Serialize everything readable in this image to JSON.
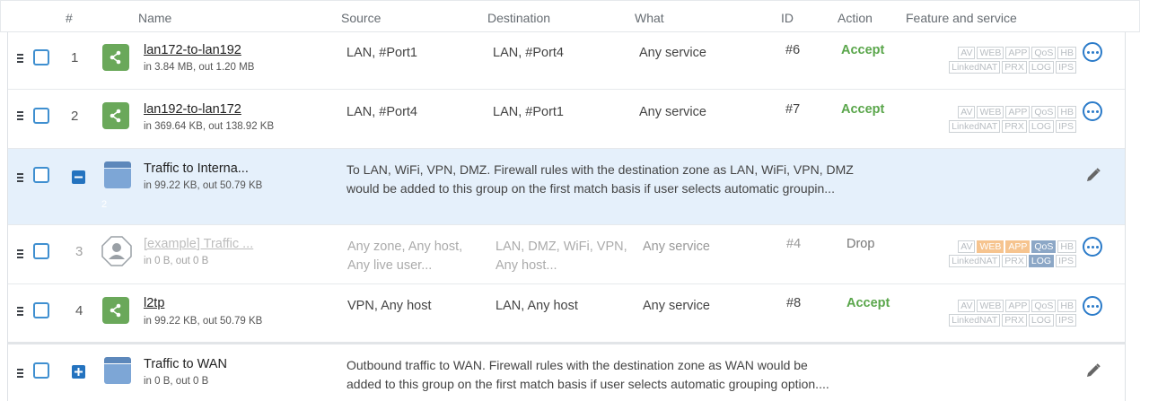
{
  "header": {
    "num": "#",
    "name": "Name",
    "source": "Source",
    "destination": "Destination",
    "what": "What",
    "id": "ID",
    "action": "Action",
    "feature": "Feature and service"
  },
  "tags_row1": [
    "AV",
    "WEB",
    "APP",
    "QoS",
    "HB"
  ],
  "tags_row2": [
    "LinkedNAT",
    "PRX",
    "LOG",
    "IPS"
  ],
  "rows": [
    {
      "num": "1",
      "name": "lan172-to-lan192",
      "traffic": "in 3.84 MB, out 1.20 MB",
      "source": "LAN, #Port1",
      "destination": "LAN, #Port4",
      "what": "Any service",
      "id": "#6",
      "action": "Accept"
    },
    {
      "num": "2",
      "name": "lan192-to-lan172",
      "traffic": "in 369.64 KB, out 138.92 KB",
      "source": "LAN, #Port4",
      "destination": "LAN, #Port1",
      "what": "Any service",
      "id": "#7",
      "action": "Accept"
    },
    {
      "num": "3",
      "name": "[example] Traffic ...",
      "traffic": "in 0 B, out 0 B",
      "source_l1": "Any zone, Any host,",
      "source_l2": "Any live user...",
      "dest_l1": "LAN, DMZ, WiFi, VPN,",
      "dest_l2": "Any host...",
      "what": "Any service",
      "id": "#4",
      "action": "Drop"
    },
    {
      "num": "4",
      "name": "l2tp",
      "traffic": "in 99.22 KB, out 50.79 KB",
      "source": "VPN, Any host",
      "destination": "LAN, Any host",
      "what": "Any service",
      "id": "#8",
      "action": "Accept"
    }
  ],
  "groups": [
    {
      "name": "Traffic to Interna...",
      "traffic": "in 99.22 KB, out 50.79 KB",
      "count": "2",
      "desc_l1": "To LAN, WiFi, VPN, DMZ. Firewall rules with the destination zone as LAN, WiFi, VPN, DMZ",
      "desc_l2": "would be added to this group on the first match basis if user selects automatic groupin..."
    },
    {
      "name": "Traffic to WAN",
      "traffic": "in 0 B, out 0 B",
      "desc_l1": "Outbound traffic to WAN. Firewall rules with the destination zone as WAN would be",
      "desc_l2": "added to this group on the first match basis if user selects automatic grouping option...."
    }
  ],
  "colors": {
    "accent": "#2b7bc9",
    "accept": "#5aa64b",
    "group_bg": "#e5f0fb",
    "rule_icon": "#6aa85a"
  }
}
